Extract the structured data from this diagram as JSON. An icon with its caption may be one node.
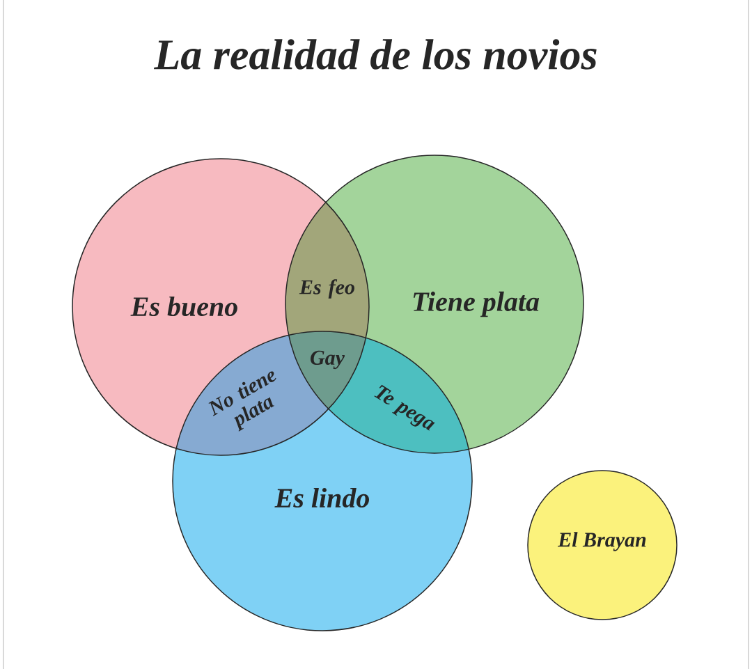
{
  "diagram": {
    "title": "La realidad de los novios",
    "nodes": [
      {
        "text": [
          "Es bueno"
        ]
      },
      {
        "text": [
          "Tiene plata"
        ]
      },
      {
        "text": [
          "Es lindo"
        ]
      },
      {
        "text": [
          "El Brayan"
        ]
      }
    ],
    "labels": [
      "Es feo",
      "Gay",
      "No tiene plata",
      "Te pega"
    ]
  }
}
